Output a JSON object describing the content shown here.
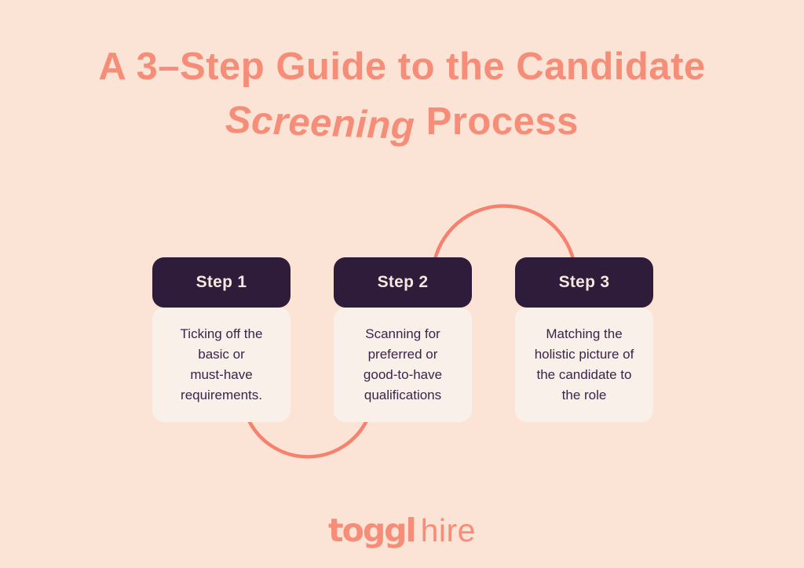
{
  "title": {
    "line1": "A 3–Step Guide to the Candidate",
    "line2_italic": "Screening",
    "line2_rest": " Process"
  },
  "steps": [
    {
      "label": "Step 1",
      "lines": [
        "Ticking off the",
        "basic or",
        "must-have",
        "requirements."
      ]
    },
    {
      "label": "Step 2",
      "lines": [
        "Scanning for",
        "preferred or",
        "good-to-have",
        "qualifications"
      ]
    },
    {
      "label": "Step 3",
      "lines": [
        "Matching the",
        "holistic picture of",
        "the candidate to",
        "the role"
      ]
    }
  ],
  "logo": {
    "brand": "toggl",
    "product": "hire"
  },
  "colors": {
    "background": "#fbe3d5",
    "title_coral": "#f68d79",
    "arc_coral": "#f5826e",
    "header_purple": "#2f1b3a",
    "header_text_cream": "#f5e8df",
    "card_body_cream": "#faf0ea",
    "body_text_purple": "#3b2547"
  }
}
